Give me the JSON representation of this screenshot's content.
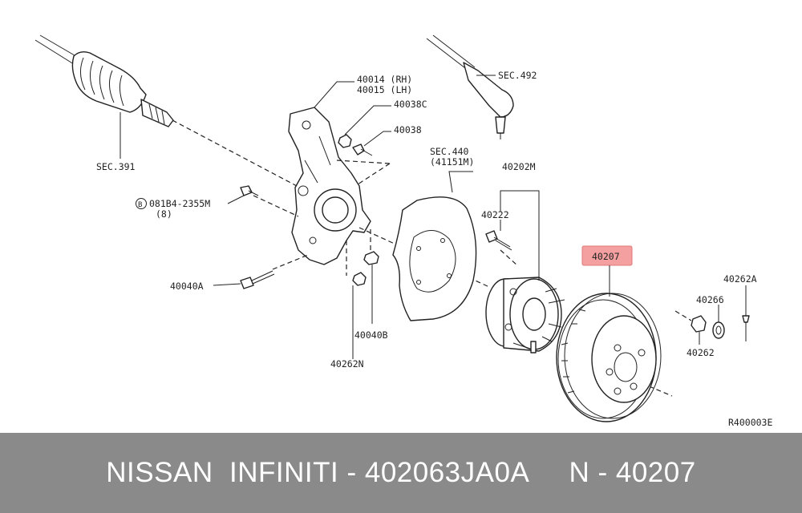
{
  "labels": {
    "sec391": "SEC.391",
    "knuckle_rh": "40014 (RH)",
    "knuckle_lh": "40015 (LH)",
    "p40038c": "40038C",
    "p40038": "40038",
    "sec440": "SEC.440",
    "sec440_sub": "(41151M)",
    "sec492": "SEC.492",
    "p40202m": "40202M",
    "p40222": "40222",
    "bolt_code": "081B4-2355M",
    "bolt_qty": "(8)",
    "bolt_marker": "B",
    "p40040a": "40040A",
    "p40040b": "40040B",
    "p40262n": "40262N",
    "p40207": "40207",
    "p40262a": "40262A",
    "p40266": "40266",
    "p40262": "40262",
    "ref_code": "R400003E"
  },
  "highlight_color": "#f4a0a0",
  "footer_text": "NISSAN  INFINITI - 402063JA0A     N - 40207"
}
